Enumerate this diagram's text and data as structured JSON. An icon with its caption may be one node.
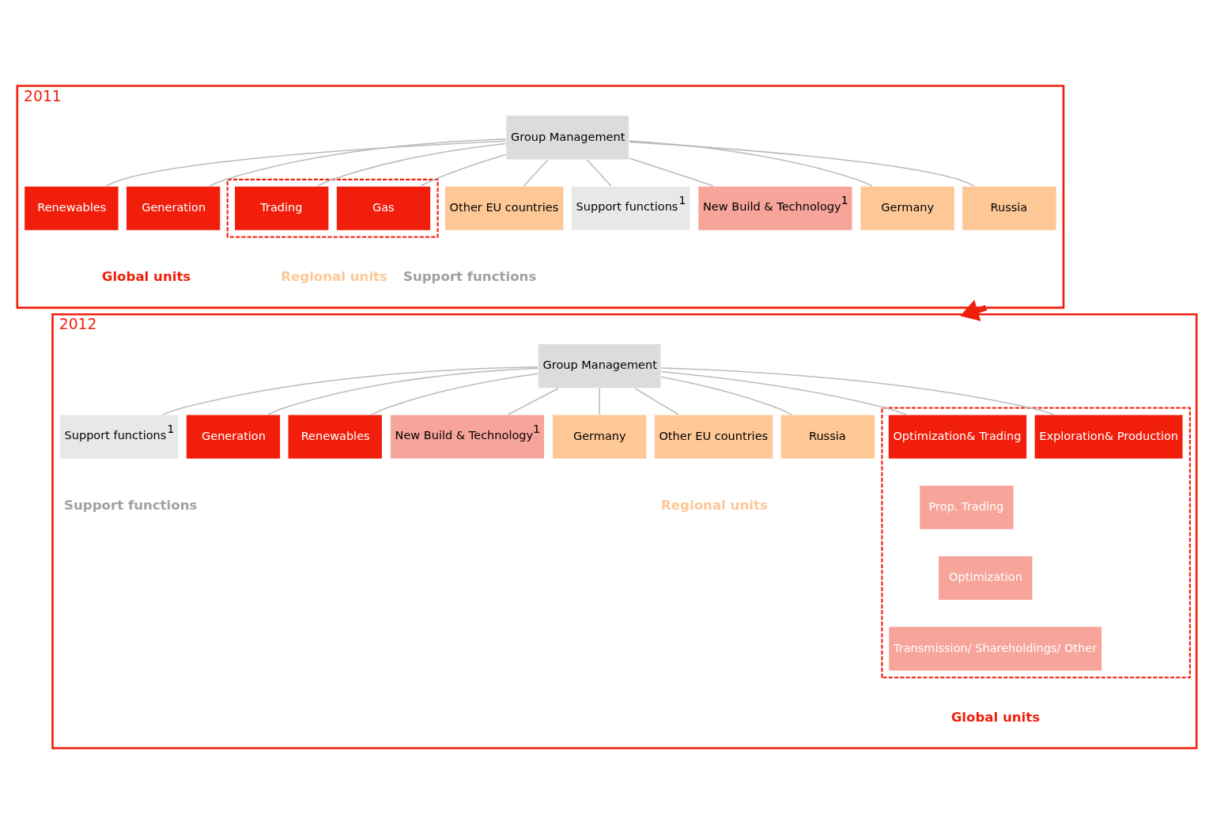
{
  "diagram": {
    "nodes": [
      {
        "text": [
          "2011"
        ]
      },
      {
        "text": [
          "Group Management"
        ],
        "in": 0
      },
      {
        "text": [
          "Generation"
        ],
        "in": 0
      },
      {
        "text": [
          "Renewables"
        ],
        "in": 0
      },
      {
        "text": [],
        "shape": "box",
        "in": 0
      },
      {
        "text": [
          "Gas"
        ],
        "in": 4
      },
      {
        "text": [
          "Trading"
        ],
        "in": 4
      },
      {
        "text": [
          "New Build & Technology$^{1}$"
        ],
        "in": 0
      },
      {
        "text": [
          "Germany"
        ],
        "in": 0
      },
      {
        "text": [
          "Other EU countries"
        ],
        "in": 0
      },
      {
        "text": [
          "Russia"
        ],
        "in": 0
      },
      {
        "text": [
          "Support functions$^{1}$"
        ],
        "in": 0
      },
      {
        "text": [
          "2012"
        ]
      },
      {
        "text": [
          "Group Management"
        ],
        "in": 12
      },
      {
        "text": [
          "Generation"
        ],
        "in": 12
      },
      {
        "text": [
          "Renewables"
        ],
        "in": 12
      },
      {
        "text": [],
        "shape": "box",
        "in": 12
      },
      {
        "text": [
          "Optimization& Trading"
        ],
        "in": 16
      },
      {
        "text": [
          "Exploration& Production"
        ],
        "in": 16
      },
      {
        "text": [
          "Prop. Trading"
        ],
        "in": 16
      },
      {
        "text": [
          "Optimization"
        ],
        "in": 16
      },
      {
        "text": [
          "Transmission/ Shareholdings/ Other"
        ],
        "in": 16
      },
      {
        "text": [
          "New Build & Technology$^{1}$"
        ],
        "in": 12
      },
      {
        "text": [
          "Germany"
        ],
        "in": 12
      },
      {
        "text": [
          "Other EU countries"
        ],
        "in": 12
      },
      {
        "text": [
          "Russia"
        ],
        "in": 12
      },
      {
        "text": [
          "Support functions$^{1}$"
        ],
        "in": 12
      }
    ],
    "edges": [
      {
        "from": 1,
        "to": 2,
        "arrow": "none"
      },
      {
        "from": 1,
        "to": 3,
        "arrow": "none"
      },
      {
        "from": 1,
        "to": 5,
        "arrow": "none"
      },
      {
        "from": 1,
        "to": 6,
        "arrow": "none"
      },
      {
        "from": 1,
        "to": 7,
        "arrow": "none"
      },
      {
        "from": 1,
        "to": 8,
        "arrow": "none"
      },
      {
        "from": 1,
        "to": 9,
        "arrow": "none"
      },
      {
        "from": 1,
        "to": 10,
        "arrow": "none"
      },
      {
        "from": 1,
        "to": 11,
        "arrow": "none"
      },
      {
        "from": 0,
        "to": 12,
        "arrow": "to",
        "style": "thick",
        "color": "#f01e0a"
      },
      {
        "from": 13,
        "to": 14,
        "arrow": "none"
      },
      {
        "from": 13,
        "to": 15,
        "arrow": "none"
      },
      {
        "from": 13,
        "to": 17,
        "arrow": "none"
      },
      {
        "from": 13,
        "to": 18,
        "arrow": "none"
      },
      {
        "from": 13,
        "to": 22,
        "arrow": "none"
      },
      {
        "from": 13,
        "to": 23,
        "arrow": "none"
      },
      {
        "from": 13,
        "to": 24,
        "arrow": "none"
      },
      {
        "from": 13,
        "to": 25,
        "arrow": "none"
      },
      {
        "from": 13,
        "to": 26,
        "arrow": "none"
      }
    ],
    "labels": [
      "Global units",
      "Regional units",
      "Support functions",
      "Global units",
      "Regional units",
      "Support functions"
    ]
  }
}
